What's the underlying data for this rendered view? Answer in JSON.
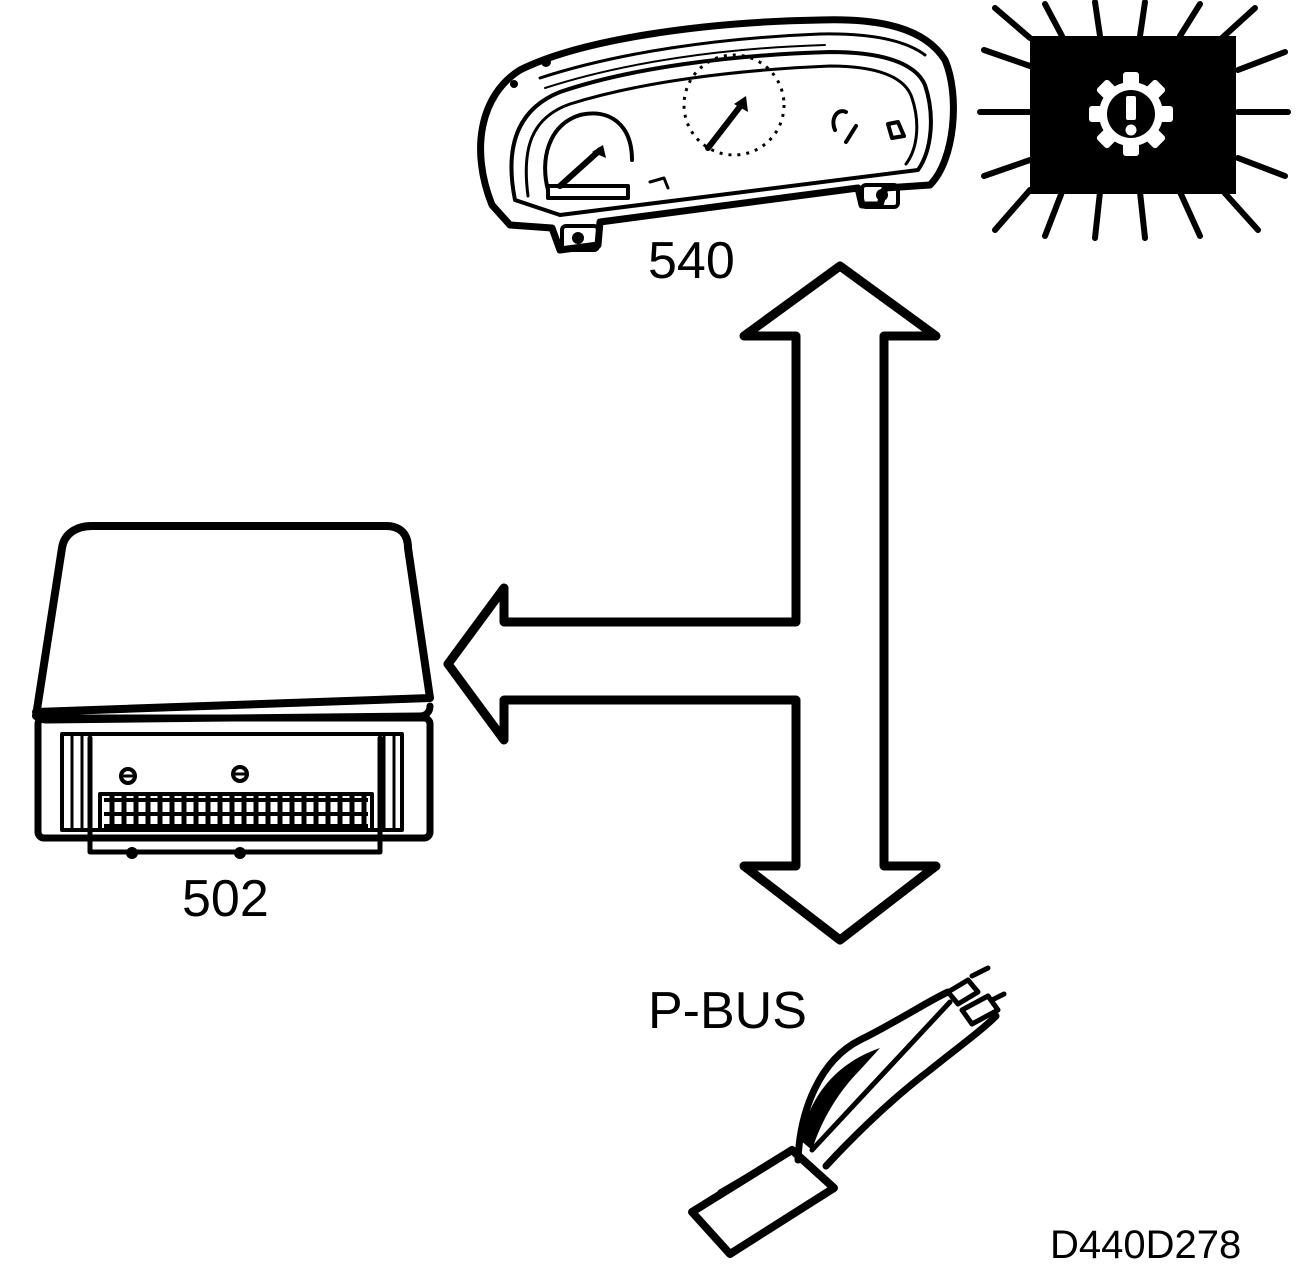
{
  "labels": {
    "instrument_cluster": "540",
    "control_module": "502",
    "bus": "P-BUS",
    "figure_ref": "D440D278"
  },
  "colors": {
    "line": "#000000",
    "background": "#ffffff"
  },
  "icons": {
    "warning_lamp": "gear-exclamation-icon"
  }
}
